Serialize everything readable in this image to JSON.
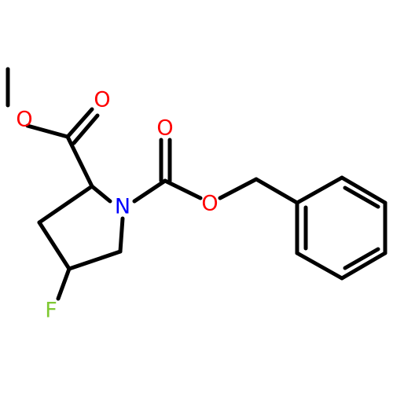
{
  "molecule": {
    "atoms": {
      "o_methoxy": {
        "symbol": "O",
        "color": "#ff0000"
      },
      "o_ester_carbonyl": {
        "symbol": "O",
        "color": "#ff0000"
      },
      "o_carbamate_carbonyl": {
        "symbol": "O",
        "color": "#ff0000"
      },
      "o_carbamate_ether": {
        "symbol": "O",
        "color": "#ff0000"
      },
      "n_ring": {
        "symbol": "N",
        "color": "#0000ff"
      },
      "f_substituent": {
        "symbol": "F",
        "color": "#7fc832"
      }
    },
    "bond_color": "#000000"
  }
}
